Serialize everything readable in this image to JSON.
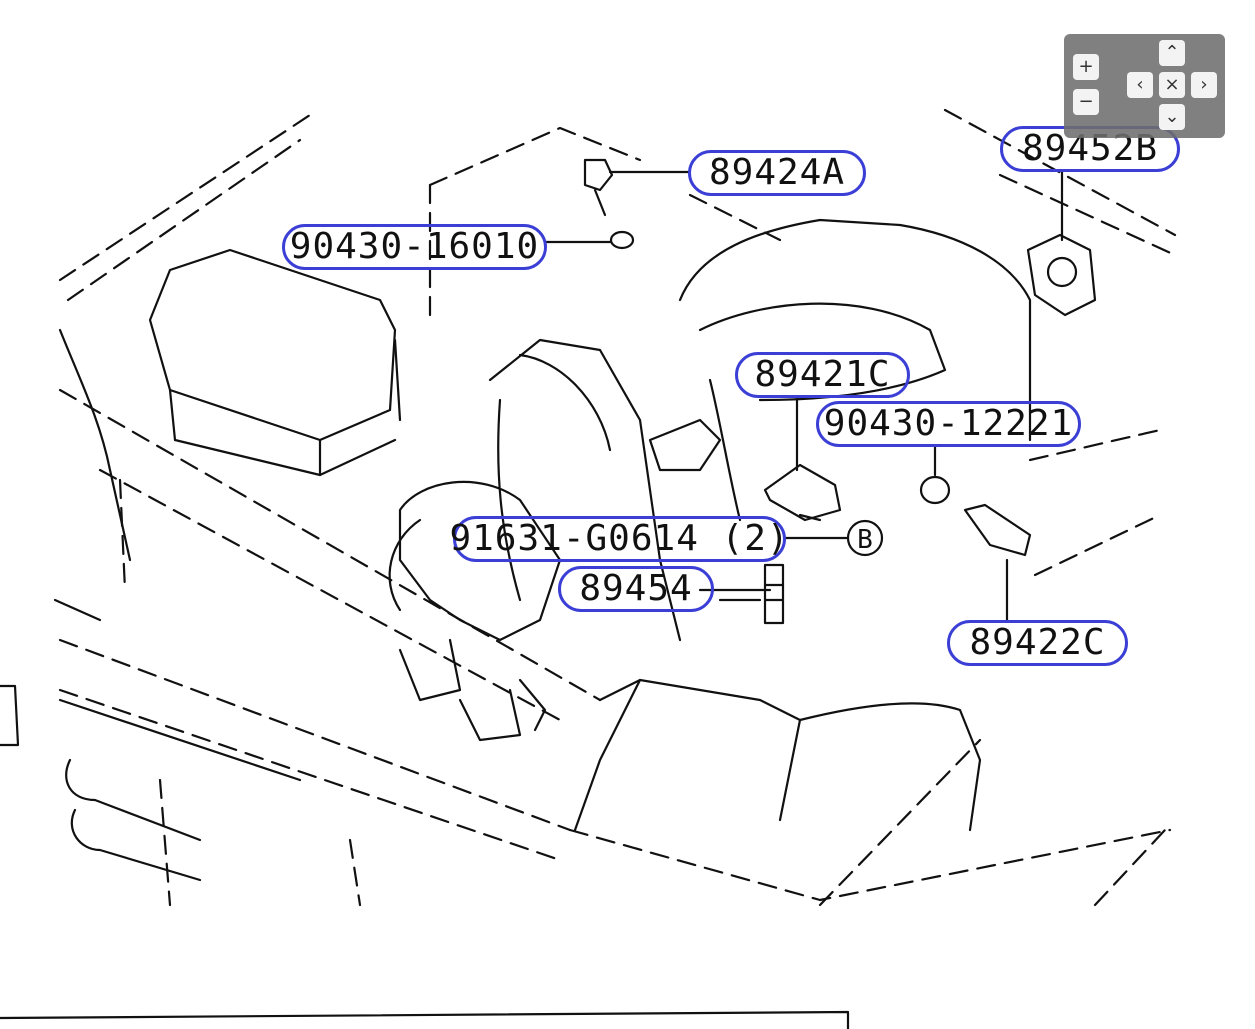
{
  "diagram": {
    "labels": {
      "p89424A": "89424A",
      "p89452B": "89452B",
      "p90430_16010": "90430-16010",
      "p89421C": "89421C",
      "p90430_12221": "90430-12221",
      "p91631": "91631-G0614 (2)",
      "p89454": "89454",
      "p89422C": "89422C",
      "marker_b": "B"
    }
  },
  "zoom_controls": {
    "zoom_in": "+",
    "zoom_out": "−",
    "pan_up": "⌃",
    "pan_down": "⌄",
    "pan_left": "‹",
    "pan_right": "›",
    "reset": "×"
  },
  "colors": {
    "highlight": "#3b3fd6",
    "controls_bg": "#6e6e6e",
    "line": "#111111"
  },
  "icons": [
    "plus-icon",
    "minus-icon",
    "chevron-up-icon",
    "chevron-down-icon",
    "chevron-left-icon",
    "chevron-right-icon",
    "close-icon"
  ]
}
